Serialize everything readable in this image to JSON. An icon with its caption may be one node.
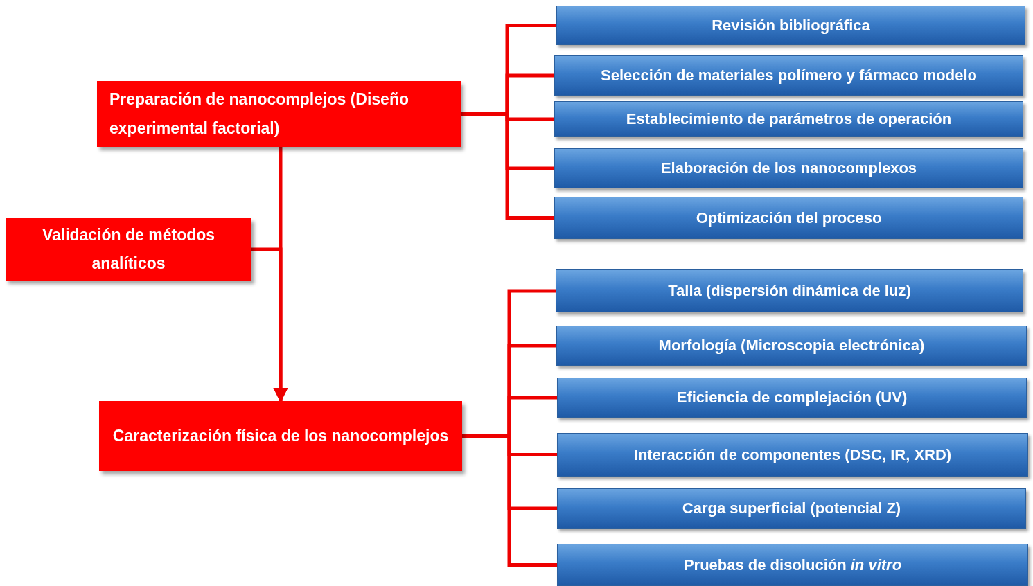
{
  "diagram": {
    "nodes": [
      {
        "text": [
          "Preparación de nanocomplejos (Diseño experimental factorial)"
        ]
      },
      {
        "text": [
          "Validación de métodos analíticos"
        ]
      },
      {
        "text": [
          "Caracterización física de los nanocomplejos"
        ]
      },
      {
        "text": [
          "Revisión bibliográfica"
        ]
      },
      {
        "text": [
          "Selección de materiales polímero y fármaco modelo"
        ]
      },
      {
        "text": [
          "Establecimiento de parámetros de operación"
        ]
      },
      {
        "text": [
          "Elaboración de los nanocomplexos"
        ]
      },
      {
        "text": [
          "Optimización del proceso"
        ]
      },
      {
        "text": [
          "Talla (dispersión dinámica de luz)"
        ]
      },
      {
        "text": [
          "Morfología (Microscopia electrónica)"
        ]
      },
      {
        "text": [
          "Eficiencia de complejación (UV)"
        ]
      },
      {
        "text": [
          "Interacción de componentes (DSC, IR, XRD)"
        ]
      },
      {
        "text": [
          "Carga superficial (potencial Z)"
        ]
      },
      {
        "text": [
          "Pruebas de disolución *in vitro*"
        ]
      }
    ],
    "edges": [
      {
        "from": 0,
        "to": 2,
        "arrow": "to"
      },
      {
        "from": 1,
        "to": 2,
        "arrow": "to"
      },
      {
        "from": 0,
        "to": 3,
        "arrow": "none"
      },
      {
        "from": 0,
        "to": 4,
        "arrow": "none"
      },
      {
        "from": 0,
        "to": 5,
        "arrow": "none"
      },
      {
        "from": 0,
        "to": 6,
        "arrow": "none"
      },
      {
        "from": 0,
        "to": 7,
        "arrow": "none"
      },
      {
        "from": 2,
        "to": 8,
        "arrow": "none"
      },
      {
        "from": 2,
        "to": 9,
        "arrow": "none"
      },
      {
        "from": 2,
        "to": 10,
        "arrow": "none"
      },
      {
        "from": 2,
        "to": 11,
        "arrow": "none"
      },
      {
        "from": 2,
        "to": 12,
        "arrow": "none"
      },
      {
        "from": 2,
        "to": 13,
        "arrow": "none"
      }
    ]
  }
}
